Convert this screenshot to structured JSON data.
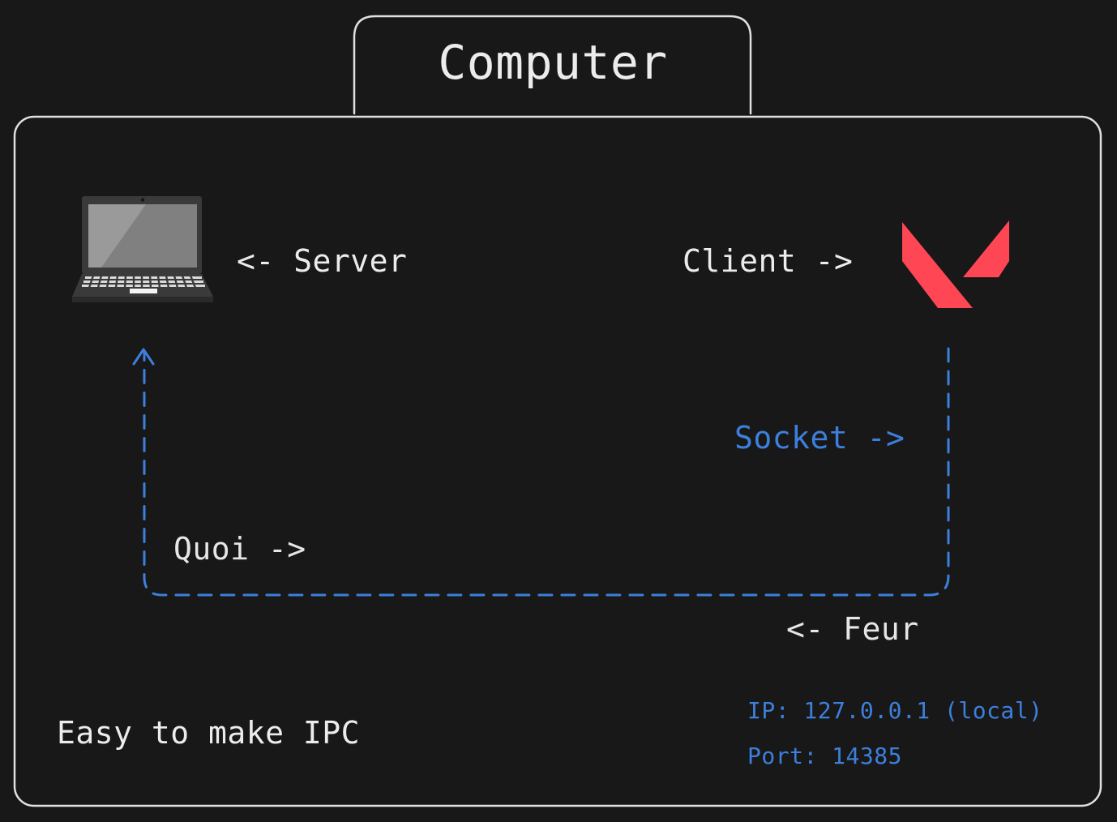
{
  "diagram": {
    "title": "Computer",
    "server_label": "<- Server",
    "client_label": "Client ->",
    "socket_label": "Socket ->",
    "quoi_label": "Quoi ->",
    "feur_label": "<- Feur",
    "caption": "Easy to make IPC",
    "ip_info": "IP: 127.0.0.1 (local)",
    "port_info": "Port: 14385"
  },
  "icons": {
    "server": "laptop-icon",
    "client": "valorant-logo-icon"
  },
  "colors": {
    "background": "#181818",
    "frame_stroke": "#e0e0e0",
    "text": "#ececec",
    "accent_blue": "#3d7fdc",
    "logo_red": "#ff4655"
  }
}
